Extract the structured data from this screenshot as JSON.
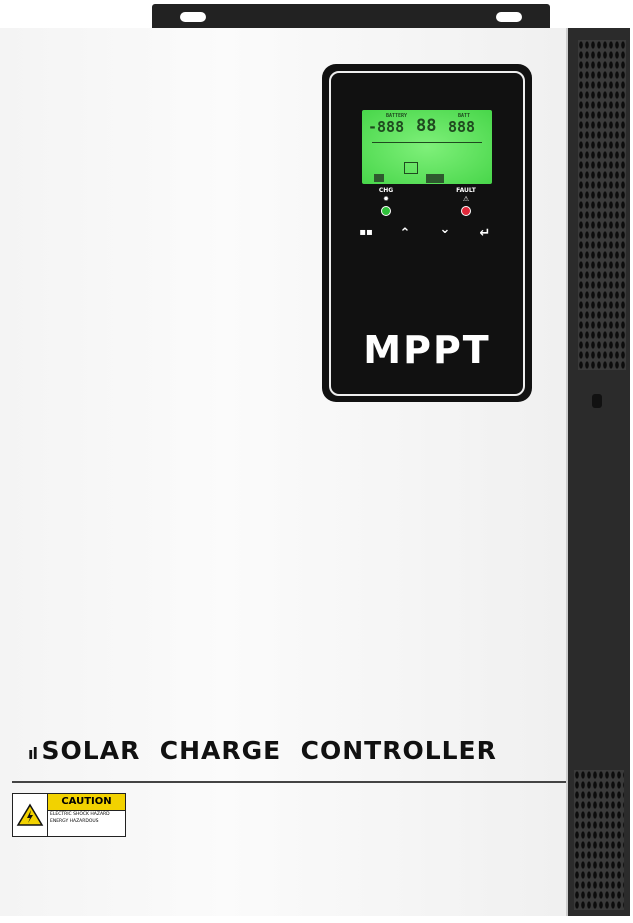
{
  "device": {
    "front_color": "#f6f6f6",
    "side_color": "#2b2b2b",
    "display": {
      "lcd_color": "#5fe35e",
      "lcd_labels": [
        "BATTERY",
        "BATT"
      ],
      "lcd_digits_left": "-888",
      "lcd_digits_center": "88",
      "lcd_digits_right": "888",
      "indicators": [
        {
          "label": "CHG",
          "color": "#2fbf3a",
          "icon": "sun-icon"
        },
        {
          "label": "FAULT",
          "color": "#e0283a",
          "icon": "warning-icon"
        }
      ],
      "buttons": [
        {
          "name": "menu-button",
          "glyph": "▪▪"
        },
        {
          "name": "up-button",
          "glyph": "⌃"
        },
        {
          "name": "down-button",
          "glyph": "⌄"
        },
        {
          "name": "enter-button",
          "glyph": "↵"
        }
      ],
      "logo_text": "MPPT"
    },
    "title": "SOLAR  CHARGE  CONTROLLER",
    "caution_label": {
      "heading": "CAUTION",
      "lines": [
        "ELECTRIC SHOCK HAZARD",
        "ENERGY HAZARDOUS"
      ],
      "heading_color": "#f2d200"
    }
  }
}
